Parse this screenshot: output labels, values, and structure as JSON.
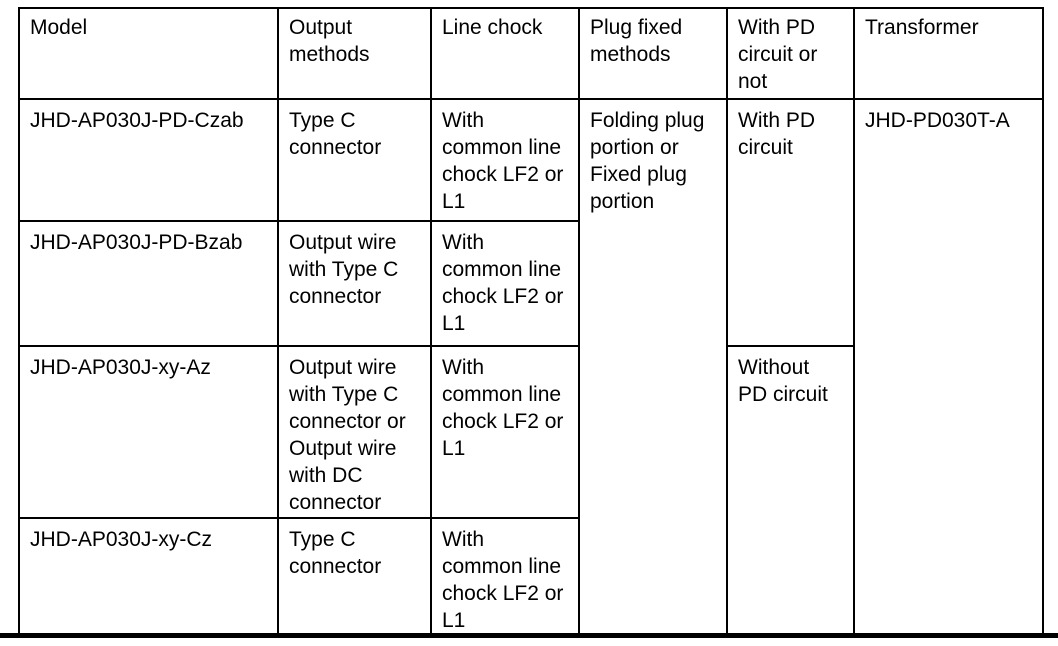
{
  "table": {
    "headers": [
      "Model",
      "Output methods",
      "Line chock",
      "Plug fixed methods",
      "With PD circuit or not",
      "Transformer"
    ],
    "rows": [
      {
        "model": "JHD-AP030J-PD-Czab",
        "output_methods": "Type C connector",
        "line_chock": "With common line chock LF2 or L1"
      },
      {
        "model": "JHD-AP030J-PD-Bzab",
        "output_methods": "Output wire with Type C connector",
        "line_chock": "With common line chock LF2 or L1"
      },
      {
        "model": "JHD-AP030J-xy-Az",
        "output_methods": "Output wire with Type C connector or Output wire with DC connector",
        "line_chock": "With common line chock LF2 or L1"
      },
      {
        "model": "JHD-AP030J-xy-Cz",
        "output_methods": "Type C connector",
        "line_chock": "With common line chock LF2 or L1"
      }
    ],
    "merged": {
      "plug_fixed_methods": "Folding plug portion or Fixed plug portion",
      "with_pd_circuit": "With PD circuit",
      "without_pd_circuit": "Without PD circuit",
      "transformer": "JHD-PD030T-A"
    }
  },
  "colors": {
    "text": "#000000",
    "border": "#000000",
    "background": "#ffffff"
  }
}
